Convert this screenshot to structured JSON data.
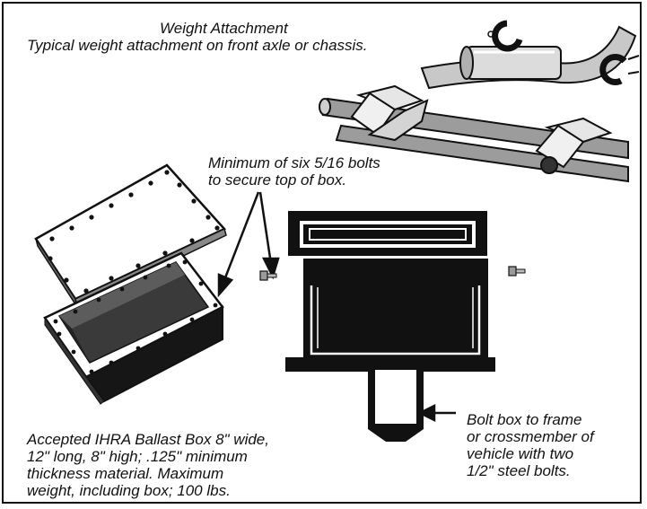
{
  "title": "Weight Attachment",
  "subtitle": "Typical weight attachment on front axle or chassis.",
  "bolts_note": {
    "line1": "Minimum of six 5/16 bolts",
    "line2": "to secure top of box."
  },
  "frame_note": {
    "line1": "Bolt box to frame",
    "line2": "or crossmember of",
    "line3": "vehicle with two",
    "line4": "1/2\" steel bolts."
  },
  "box_note": {
    "line1": "Accepted IHRA Ballast Box 8\" wide,",
    "line2": "12\" long, 8\" high; .125\" minimum",
    "line3": "thickness material. Maximum",
    "line4": "weight, including box; 100 lbs."
  }
}
